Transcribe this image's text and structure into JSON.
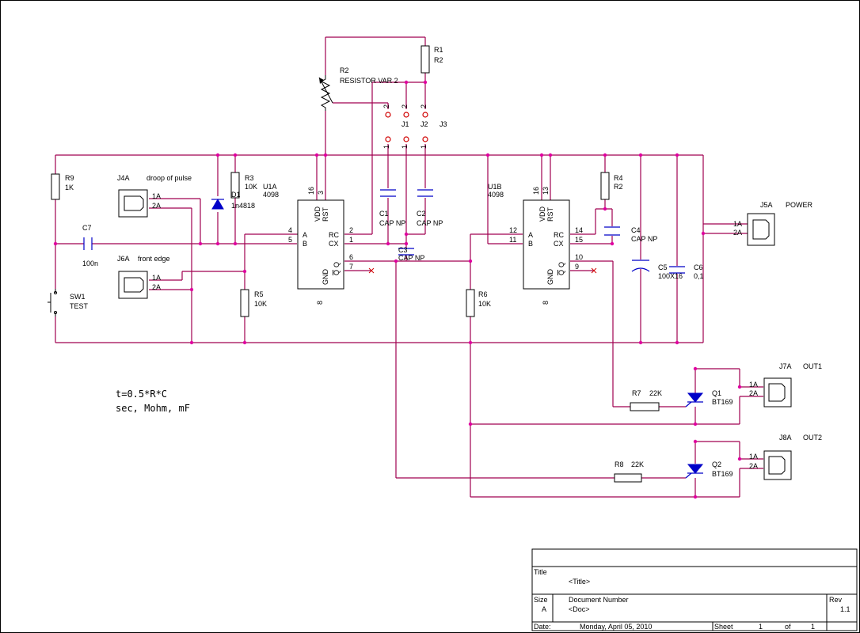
{
  "formula": {
    "line1": "t=0.5*R*C",
    "line2": "sec, Mohm, mF"
  },
  "parts": {
    "r9": {
      "ref": "R9",
      "value": "1K"
    },
    "j4a": {
      "ref": "J4A",
      "desc": "droop of pulse",
      "pin1": "1A",
      "pin2": "2A"
    },
    "r3": {
      "ref": "R3",
      "value": "10K"
    },
    "d1": {
      "ref": "D1",
      "value": "1n4818"
    },
    "u1a": {
      "ref": "U1A",
      "value": "4098"
    },
    "c7": {
      "ref": "C7",
      "value": "100n"
    },
    "j6a": {
      "ref": "J6A",
      "desc": "front edge",
      "pin1": "1A",
      "pin2": "2A"
    },
    "sw1": {
      "ref": "SW1",
      "value": "TEST"
    },
    "r5": {
      "ref": "R5",
      "value": "10K"
    },
    "r2": {
      "ref": "R2",
      "value": "RESISTOR VAR 2"
    },
    "r1": {
      "ref": "R1",
      "value": "R2"
    },
    "j1": {
      "ref": "J1"
    },
    "j2": {
      "ref": "J2"
    },
    "j3": {
      "ref": "J3"
    },
    "c1": {
      "ref": "C1",
      "value": "CAP NP"
    },
    "c2": {
      "ref": "C2",
      "value": "CAP NP"
    },
    "c3": {
      "ref": "C3",
      "value": "CAP NP"
    },
    "u1b": {
      "ref": "U1B",
      "value": "4098"
    },
    "r6": {
      "ref": "R6",
      "value": "10K"
    },
    "r4": {
      "ref": "R4",
      "value": "R2"
    },
    "c4": {
      "ref": "C4",
      "value": "CAP NP"
    },
    "c5": {
      "ref": "C5",
      "value": "100X16"
    },
    "c6": {
      "ref": "C6",
      "value": "0,1"
    },
    "j5a": {
      "ref": "J5A",
      "desc": "POWER",
      "pin1": "1A",
      "pin2": "2A"
    },
    "r7": {
      "ref": "R7",
      "value": "22K"
    },
    "q1": {
      "ref": "Q1",
      "value": "BT169"
    },
    "j7a": {
      "ref": "J7A",
      "desc": "OUT1",
      "pin1": "1A",
      "pin2": "2A"
    },
    "r8": {
      "ref": "R8",
      "value": "22K"
    },
    "q2": {
      "ref": "Q2",
      "value": "BT169"
    },
    "j8a": {
      "ref": "J8A",
      "desc": "OUT2",
      "pin1": "1A",
      "pin2": "2A"
    }
  },
  "ic_pins": {
    "vdd": "VDD",
    "rst": "RST",
    "a": "A",
    "b": "B",
    "rc": "RC",
    "cx": "CX",
    "gnd": "GND",
    "q": "Q",
    "qbar": "Q",
    "u1a": {
      "p16": "16",
      "p3": "3",
      "p4": "4",
      "p5": "5",
      "p2": "2",
      "p1": "1",
      "p6": "6",
      "p7": "7",
      "p8": "8"
    },
    "u1b": {
      "p16": "16",
      "p13": "13",
      "p12": "12",
      "p11": "11",
      "p14": "14",
      "p15": "15",
      "p10": "10",
      "p9": "9",
      "p8": "8"
    }
  },
  "jumper_pins": {
    "top": "2",
    "bottom": "1"
  },
  "title_block": {
    "title_label": "Title",
    "title_value": "<Title>",
    "size_label": "Size",
    "size_value": "A",
    "docnum_label": "Document Number",
    "docnum_value": "<Doc>",
    "rev_label": "Rev",
    "rev_value": "1.1",
    "date_label": "Date:",
    "date_value": "Monday, April 05, 2010",
    "sheet_label": "Sheet",
    "sheet_value": "1",
    "of_label": "of",
    "of_value": "1"
  }
}
